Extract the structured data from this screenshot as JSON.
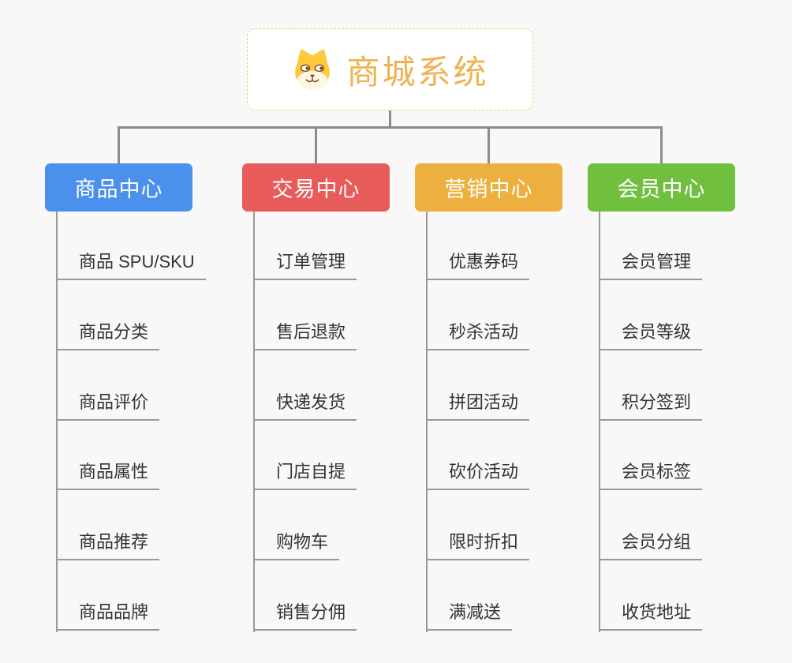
{
  "root": {
    "title": "商城系统",
    "icon": "shiba-dog-icon"
  },
  "palette": {
    "background": "#F8F8F8",
    "connector": "#8C8C8C",
    "leaf_line": "#999999",
    "leaf_text": "#333333",
    "root_text": "#F0B150",
    "root_border": "#F2C879"
  },
  "branches": [
    {
      "label": "商品中心",
      "color": "#4A90EC",
      "children": [
        "商品 SPU/SKU",
        "商品分类",
        "商品评价",
        "商品属性",
        "商品推荐",
        "商品品牌"
      ]
    },
    {
      "label": "交易中心",
      "color": "#E85B5B",
      "children": [
        "订单管理",
        "售后退款",
        "快递发货",
        "门店自提",
        "购物车",
        "销售分佣"
      ]
    },
    {
      "label": "营销中心",
      "color": "#EDAF3E",
      "children": [
        "优惠券码",
        "秒杀活动",
        "拼团活动",
        "砍价活动",
        "限时折扣",
        "满减送"
      ]
    },
    {
      "label": "会员中心",
      "color": "#71BF3E",
      "children": [
        "会员管理",
        "会员等级",
        "积分签到",
        "会员标签",
        "会员分组",
        "收货地址"
      ]
    }
  ]
}
